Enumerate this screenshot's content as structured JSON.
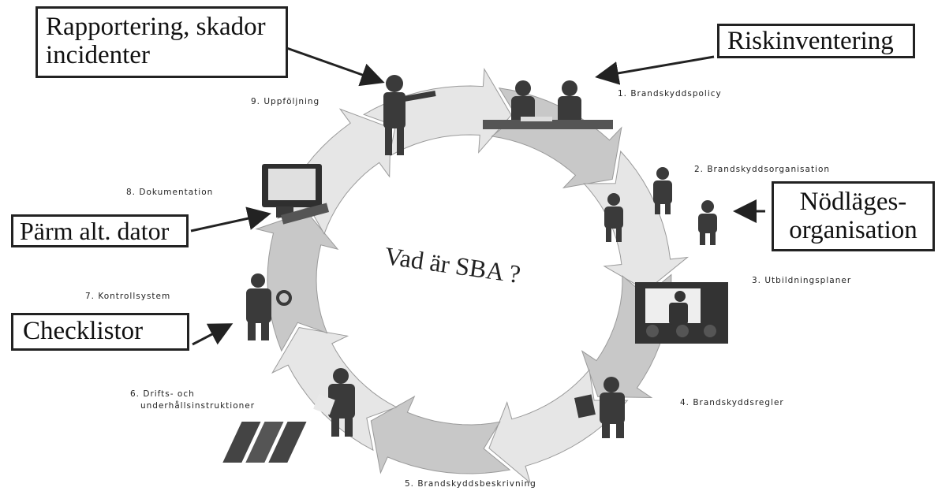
{
  "center_question": "Vad är SBA ?",
  "steps": [
    {
      "label": "1. Brandskyddspolicy"
    },
    {
      "label": "2. Brandskyddsorganisation"
    },
    {
      "label": "3. Utbildningsplaner"
    },
    {
      "label": "4. Brandskyddsregler"
    },
    {
      "label": "5. Brandskyddsbeskrivning"
    },
    {
      "label": "6. Drifts- och",
      "label2": "underhållsinstruktioner"
    },
    {
      "label": "7. Kontrollsystem"
    },
    {
      "label": "8. Dokumentation"
    },
    {
      "label": "9. Uppföljning"
    }
  ],
  "callouts": {
    "rapportering": {
      "line1": "Rapportering, skador",
      "line2": "incidenter"
    },
    "riskinventering": {
      "text": "Riskinventering"
    },
    "nodlages": {
      "line1": "Nödläges-",
      "line2": "organisation"
    },
    "parm": {
      "text": "Pärm alt. dator"
    },
    "checklistor": {
      "text": "Checklistor"
    }
  },
  "colors": {
    "arrow_light": "#e6e6e6",
    "arrow_dark": "#9a9a9a",
    "figure": "#3a3a3a"
  }
}
